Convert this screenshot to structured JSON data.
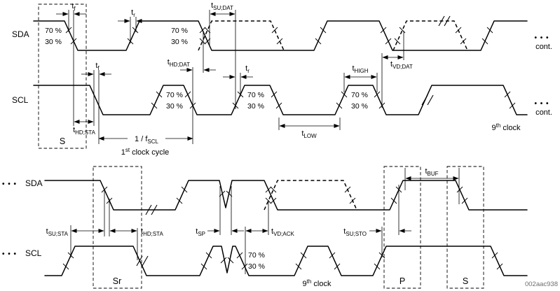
{
  "figure": {
    "code": "002aac938"
  },
  "signals": {
    "sda": "SDA",
    "scl": "SCL",
    "cont": "cont.",
    "ellipsis": "• • •"
  },
  "levels": {
    "p70": "70 %",
    "p30": "30 %"
  },
  "conditions": {
    "start": "S",
    "repeated_start": "Sr",
    "stop": "P",
    "start_after_stop": "S"
  },
  "timing": {
    "tf": {
      "base": "t",
      "sub": "f"
    },
    "tr": {
      "base": "t",
      "sub": "r"
    },
    "tsudat": {
      "base": "t",
      "sub": "SU;DAT"
    },
    "thddat": {
      "base": "t",
      "sub": "HD;DAT"
    },
    "tvddat": {
      "base": "t",
      "sub": "VD;DAT"
    },
    "thdsta": {
      "base": "t",
      "sub": "HD;STA"
    },
    "thigh": {
      "base": "t",
      "sub": "HIGH"
    },
    "tlow": {
      "base": "t",
      "sub": "LOW"
    },
    "fscl": {
      "base": "1 / f",
      "sub": "SCL"
    },
    "tsusta": {
      "base": "t",
      "sub": "SU;STA"
    },
    "tsp": {
      "base": "t",
      "sub": "SP"
    },
    "tvdack": {
      "base": "t",
      "sub": "VD;ACK"
    },
    "tsusto": {
      "base": "t",
      "sub": "SU;STO"
    },
    "tbuf": {
      "base": "t",
      "sub": "BUF"
    }
  },
  "annotations": {
    "first_clock": {
      "num": "1",
      "sup": "st",
      "rest": " clock cycle"
    },
    "ninth_clock": {
      "num": "9",
      "sup": "th",
      "rest": " clock"
    }
  }
}
